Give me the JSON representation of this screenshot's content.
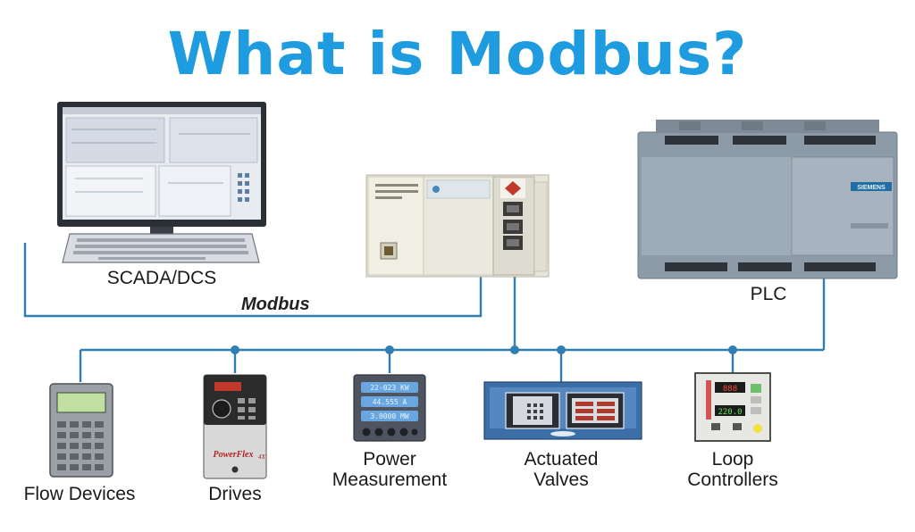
{
  "title": "What is Modbus?",
  "labels": {
    "scada": "SCADA/DCS",
    "modbus": "Modbus",
    "plc": "PLC",
    "flow": "Flow Devices",
    "drives": "Drives",
    "power_line1": "Power",
    "power_line2": "Measurement",
    "valves_line1": "Actuated",
    "valves_line2": "Valves",
    "loop_line1": "Loop",
    "loop_line2": "Controllers"
  },
  "device_text": {
    "power_readouts": [
      "22-023 KW",
      "44.555 A",
      "3.0000 MW"
    ],
    "loop_display": [
      "888",
      "220.0"
    ],
    "drive_brand": "PowerFlex",
    "drive_model": "4X",
    "plc_brand": "SIEMENS"
  },
  "colors": {
    "title": "#1f9be0",
    "bus_line": "#2f7fb0",
    "node": "#2f7fb0"
  }
}
